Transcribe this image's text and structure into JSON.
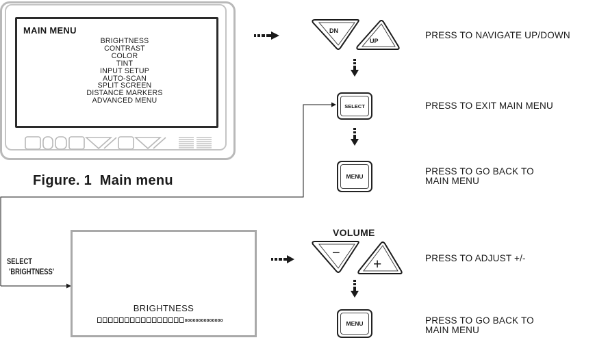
{
  "main_menu": {
    "title": "MAIN MENU",
    "items": [
      "BRIGHTNESS",
      "CONTRAST",
      "COLOR",
      "TINT",
      "INPUT SETUP",
      "AUTO-SCAN",
      "SPLIT SCREEN",
      "DISTANCE MARKERS",
      "ADVANCED MENU"
    ]
  },
  "figure_caption": "Figure. 1  Main menu",
  "buttons": {
    "dn": "DN",
    "up": "UP",
    "select": "SELECT",
    "menu_top": "MENU",
    "menu_bottom": "MENU",
    "volume": "VOLUME",
    "minus": "−",
    "plus": "+"
  },
  "descriptions": {
    "navigate": "PRESS TO NAVIGATE UP/DOWN",
    "exit_menu": "PRESS TO EXIT MAIN MENU",
    "back_1_line1": "PRESS TO GO BACK TO",
    "back_1_line2": "MAIN MENU",
    "adjust": "PRESS TO ADJUST +/-",
    "back_2_line1": "PRESS TO GO BACK TO",
    "back_2_line2": "MAIN MENU"
  },
  "select_note": {
    "line1": "SELECT",
    "line2": "'BRIGHTNESS'"
  },
  "brightness_screen": {
    "label": "BRIGHTNESS",
    "level": 0.53
  },
  "colors": {
    "line": "#1a1a1a",
    "frame_gray": "#b5b5b5"
  }
}
